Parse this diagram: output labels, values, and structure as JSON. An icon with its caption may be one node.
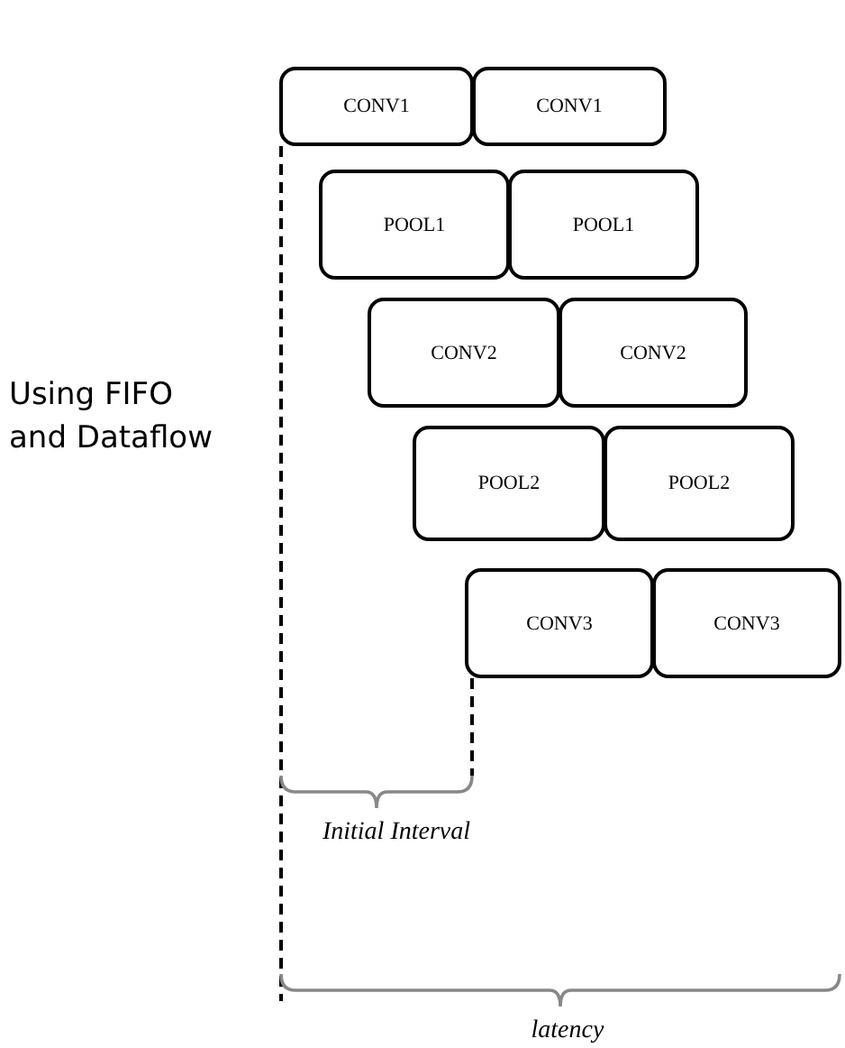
{
  "diagram": {
    "nodes": [
      {
        "text": [
          "CONV1"
        ]
      },
      {
        "text": [
          "CONV1"
        ]
      },
      {
        "text": [
          "POOL1"
        ]
      },
      {
        "text": [
          "POOL1"
        ]
      },
      {
        "text": [
          "CONV2"
        ]
      },
      {
        "text": [
          "CONV2"
        ]
      },
      {
        "text": [
          "POOL2"
        ]
      },
      {
        "text": [
          "POOL2"
        ]
      },
      {
        "text": [
          "CONV3"
        ]
      },
      {
        "text": [
          "CONV3"
        ]
      }
    ],
    "labels": [
      "Using FIFO and Dataflow",
      "Initial Interval",
      "latency"
    ]
  }
}
